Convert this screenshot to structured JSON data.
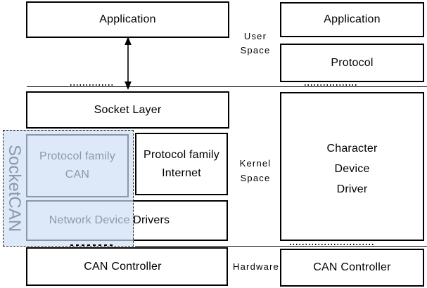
{
  "boxes": {
    "app_left": "Application",
    "socket_layer": "Socket Layer",
    "pf_can": [
      "Protocol family",
      "CAN"
    ],
    "pf_inet": [
      "Protocol family",
      "Internet"
    ],
    "ndd": "Network Device Drivers",
    "can_ctrl_left": "CAN Controller",
    "app_right": "Application",
    "protocol": "Protocol",
    "cdd": [
      "Character",
      "Device",
      "Driver"
    ],
    "can_ctrl_right": "CAN Controller"
  },
  "zone_labels": {
    "user_space": [
      "User",
      "Space"
    ],
    "kernel_space": [
      "Kernel",
      "Space"
    ],
    "hardware": "Hardware"
  },
  "overlay": {
    "label": "SocketCAN",
    "fill_color": "rgba(205,222,244,0.68)",
    "label_color": "#8799ad"
  },
  "colors": {
    "box_border": "#000000",
    "text": "#000000",
    "background": "#ffffff"
  },
  "icons": {
    "arrow": "bidirectional-vertical-arrow"
  }
}
